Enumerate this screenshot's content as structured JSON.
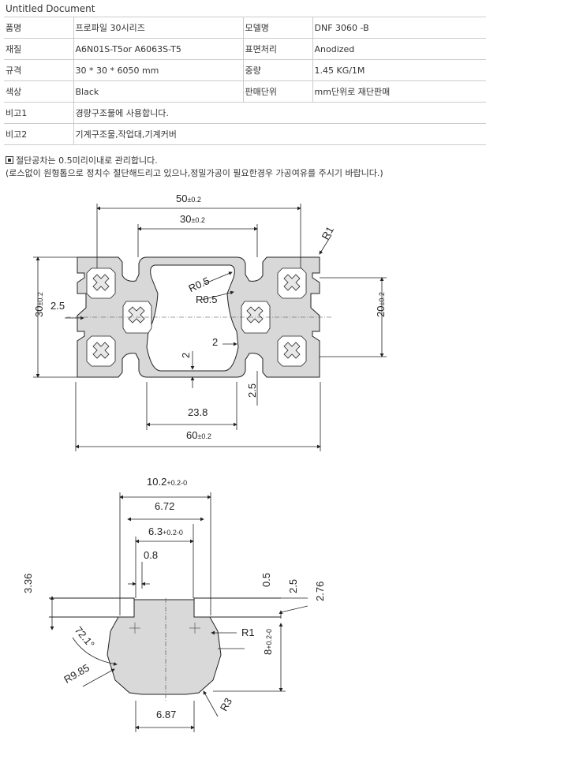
{
  "doc": {
    "title": "Untitled Document"
  },
  "spec": {
    "rows": [
      {
        "k1": "품명",
        "v1": "프로파일 30시리즈",
        "k2": "모델명",
        "v2": "DNF 3060 -B"
      },
      {
        "k1": "재질",
        "v1": "A6N01S-T5or A6063S-T5",
        "k2": "표면처리",
        "v2": "Anodized"
      },
      {
        "k1": "규격",
        "v1": "30 * 30 * 6050 mm",
        "k2": "중량",
        "v2": "1.45 KG/1M"
      },
      {
        "k1": "색상",
        "v1": "Black",
        "k2": "판매단위",
        "v2": "mm단위로 재단판매"
      }
    ],
    "remark1": {
      "k": "비고1",
      "v": "경량구조물에 사용합니다."
    },
    "remark2": {
      "k": "비고2",
      "v": "기계구조물,작업대,기계커버"
    }
  },
  "notes": {
    "line1": "절단공차는 0.5미리이내로 관리합니다.",
    "line2": "(로스없이 원형톱으로 정치수 절단해드리고 있으나,정밀가공이 필요한경우 가공여유를 주시기 바랍니다.)"
  },
  "profile_dims": {
    "w50": "50",
    "w50_tol": "±0.2",
    "w30": "30",
    "w30_tol": "±0.2",
    "r1": "R1",
    "r05a": "R0.5",
    "r05b": "R0.5",
    "left25": "2.5",
    "h30": "30",
    "h30_tol": "±0.2",
    "h20": "20",
    "h20_tol": "±0.2",
    "slot2": "2",
    "slot2b": "2",
    "d25": "2.5",
    "w238": "23.8",
    "w60": "60",
    "w60_tol": "±0.2"
  },
  "slot_dims": {
    "w102": "10.2",
    "w102_tol": "+0.2-0",
    "w672": "6.72",
    "w63": "6.3",
    "w63_tol": "+0.2-0",
    "t08": "0.8",
    "h336": "3.36",
    "d05": "0.5",
    "d25": "2.5",
    "d276": "2.76",
    "r1": "R1",
    "ang": "72.1°",
    "r985": "R9.85",
    "h8": "8",
    "h8_tol": "+0.2-0",
    "r3": "R3",
    "w687": "6.87"
  }
}
